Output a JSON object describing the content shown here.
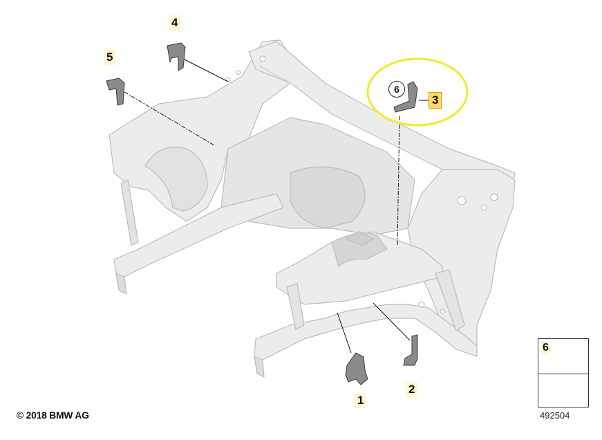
{
  "diagram": {
    "callouts": {
      "c1": "1",
      "c2": "2",
      "c3": "3",
      "c4": "4",
      "c5": "5",
      "c6": "6"
    },
    "legend": {
      "part_number": "6"
    },
    "copyright": "© 2018 BMW AG",
    "diagram_id": "492504",
    "colors": {
      "frame_fill": "#ececec",
      "frame_stroke": "#bdbdbd",
      "part_fill": "#8a8a8a",
      "highlight_ring": "#f2ea2a",
      "callout_bg": "#fff7cf"
    }
  }
}
